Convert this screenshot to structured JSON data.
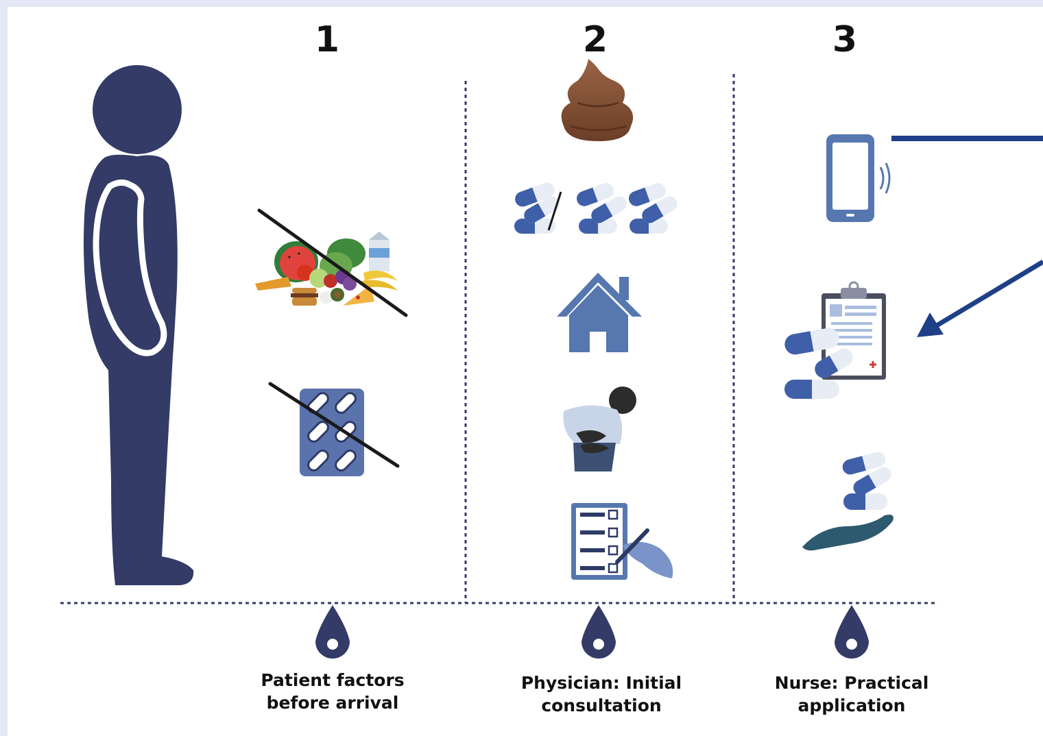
{
  "steps": [
    {
      "number": "1",
      "caption_line1": "Patient factors",
      "caption_line2": "before arrival"
    },
    {
      "number": "2",
      "caption_line1": "Physician: Initial",
      "caption_line2": "consultation"
    },
    {
      "number": "3",
      "caption_line1": "Nurse: Practical",
      "caption_line2": "application"
    }
  ],
  "colors": {
    "navy": "#333b66",
    "blue": "#4a6aad",
    "arrow": "#1f3f87",
    "background": "#e4e8f5"
  }
}
